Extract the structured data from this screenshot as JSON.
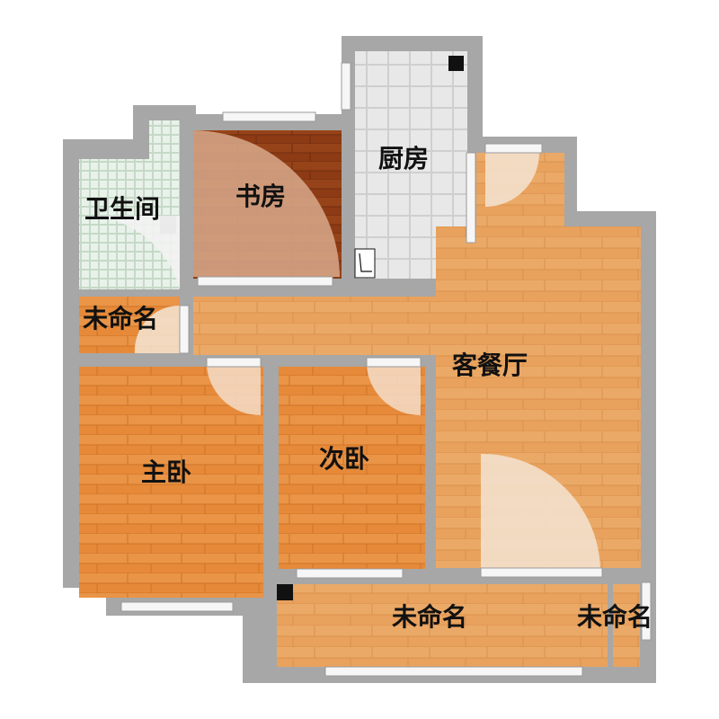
{
  "rooms": {
    "bathroom": "卫生间",
    "study": "书房",
    "kitchen": "厨房",
    "unnamed_left": "未命名",
    "living_dining": "客餐厅",
    "master_bedroom": "主卧",
    "second_bedroom": "次卧",
    "balcony": "未命名",
    "small_balcony": "未命名"
  },
  "colors": {
    "wall": "#a7a7a7",
    "wood_orange": "#e58a38",
    "wood_light": "#e9a462",
    "wood_dark": "#8b3a14",
    "tile": "#e6e6e6",
    "bath_tile": "#d7ead9",
    "window": "#f4f4f4"
  }
}
